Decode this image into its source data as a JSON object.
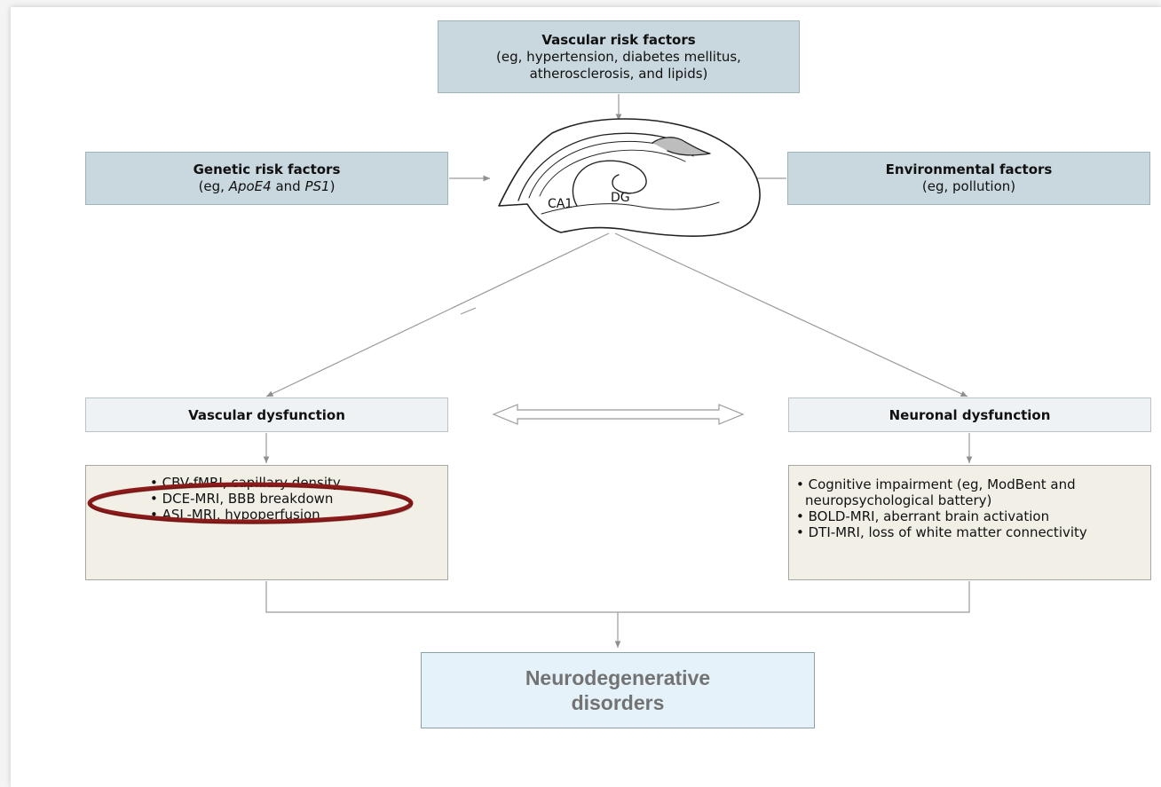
{
  "nodes": {
    "vascular_risk": {
      "title": "Vascular risk factors",
      "line1": "(eg, hypertension, diabetes mellitus,",
      "line2": "atherosclerosis, and lipids)"
    },
    "genetic_risk": {
      "title": "Genetic risk factors",
      "prefix": "(eg, ",
      "gene1": "ApoE4",
      "conj": " and ",
      "gene2": "PS1",
      "suffix": ")"
    },
    "environmental": {
      "title": "Environmental factors",
      "line1": "(eg, pollution)"
    },
    "hippocampus": {
      "label_ca1": "CA1",
      "label_dg": "DG"
    },
    "vascular_dysfunction": {
      "title": "Vascular dysfunction"
    },
    "neuronal_dysfunction": {
      "title": "Neuronal dysfunction"
    },
    "vascular_markers": [
      "CBV-fMRI, capillary density",
      "DCE-MRI, BBB breakdown",
      "ASL-MRI, hypoperfusion"
    ],
    "neuronal_markers": [
      "Cognitive impairment (eg, ModBent and neuropsychological battery)",
      "BOLD-MRI, aberrant brain activation",
      "DTI-MRI, loss of white matter connectivity"
    ],
    "outcome": {
      "line1": "Neurodegenerative",
      "line2": "disorders"
    }
  },
  "highlight": {
    "target": "DCE-MRI, BBB breakdown",
    "color": "#8b1a1a"
  },
  "colors": {
    "risk_box": "#c9d7de",
    "light_box": "#eef2f4",
    "detail_box": "#f1efe6",
    "outcome_box": "#e6f2f9",
    "connector": "#9a9a9a"
  }
}
